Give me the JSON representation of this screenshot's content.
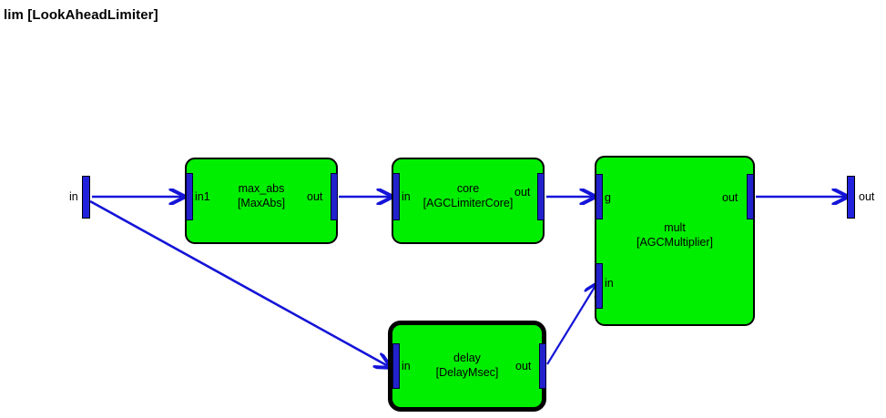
{
  "diagram": {
    "title": "lim [LookAheadLimiter]",
    "colors": {
      "block_fill": "#00ee00",
      "block_border": "#000000",
      "port": "#2222cc",
      "wire": "#1414d8",
      "background": "#ffffff"
    },
    "terminals": [
      {
        "name": "input-terminal",
        "label": "in",
        "label_side": "left"
      },
      {
        "name": "output-terminal",
        "label": "out",
        "label_side": "right"
      }
    ],
    "blocks": [
      {
        "id": "max-abs",
        "name": "max_abs",
        "type": "[MaxAbs]",
        "selected": false,
        "ports": [
          {
            "label": "in1",
            "side": "left"
          },
          {
            "label": "out",
            "side": "right"
          }
        ]
      },
      {
        "id": "core",
        "name": "core",
        "type": "[AGCLimiterCore]",
        "selected": false,
        "ports": [
          {
            "label": "in",
            "side": "left"
          },
          {
            "label": "out",
            "side": "right"
          }
        ]
      },
      {
        "id": "mult",
        "name": "mult",
        "type": "[AGCMultiplier]",
        "selected": false,
        "ports": [
          {
            "label": "g",
            "side": "left"
          },
          {
            "label": "in",
            "side": "left"
          },
          {
            "label": "out",
            "side": "right"
          }
        ]
      },
      {
        "id": "delay",
        "name": "delay",
        "type": "[DelayMsec]",
        "selected": true,
        "ports": [
          {
            "label": "in",
            "side": "left"
          },
          {
            "label": "out",
            "side": "right"
          }
        ]
      }
    ],
    "connections": [
      {
        "from": "in",
        "to": "max_abs.in1"
      },
      {
        "from": "max_abs.out",
        "to": "core.in"
      },
      {
        "from": "core.out",
        "to": "mult.g"
      },
      {
        "from": "in",
        "to": "delay.in"
      },
      {
        "from": "delay.out",
        "to": "mult.in"
      },
      {
        "from": "mult.out",
        "to": "out"
      }
    ]
  }
}
